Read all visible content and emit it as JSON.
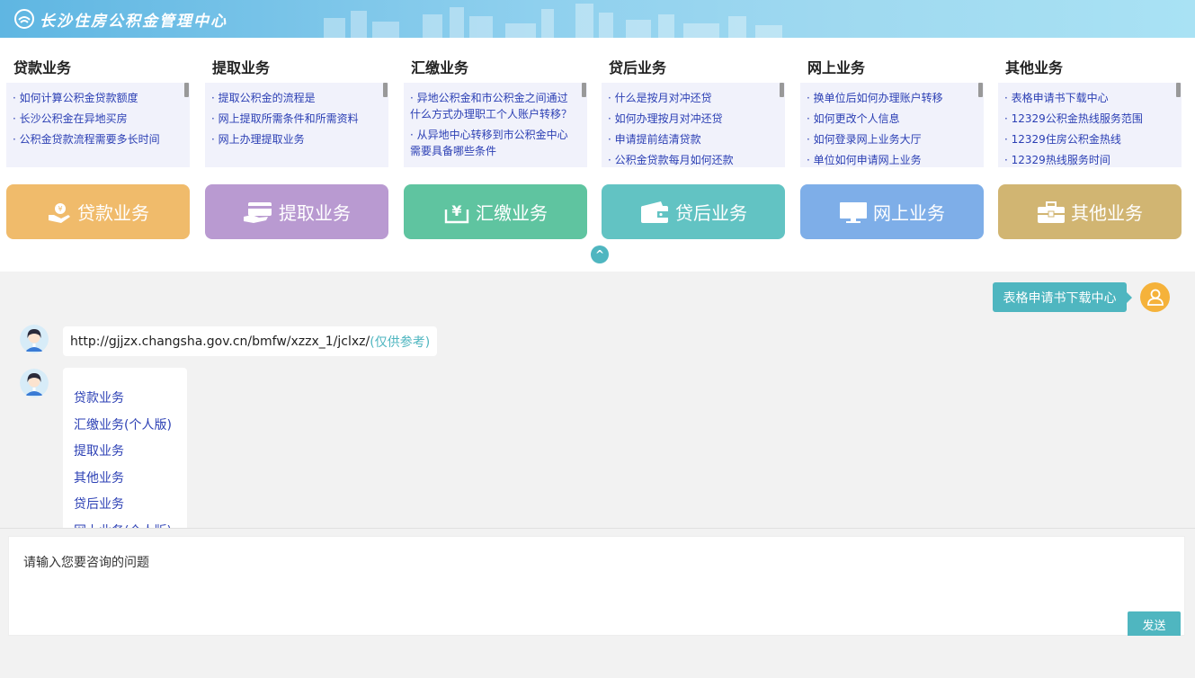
{
  "header": {
    "title": "长沙住房公积金管理中心"
  },
  "columns": [
    {
      "title": "贷款业务",
      "button_label": "贷款业务",
      "button_color": "#f0bb6b",
      "button_icon": "hand-coin-icon",
      "questions": [
        "如何计算公积金贷款额度",
        "长沙公积金在异地买房",
        "公积金贷款流程需要多长时间"
      ]
    },
    {
      "title": "提取业务",
      "button_label": "提取业务",
      "button_color": "#b99ad1",
      "button_icon": "card-hand-icon",
      "questions": [
        "提取公积金的流程是",
        "网上提取所需条件和所需资料",
        "网上办理提取业务"
      ]
    },
    {
      "title": "汇缴业务",
      "button_label": "汇缴业务",
      "button_color": "#5fc4a0",
      "button_icon": "yuan-tray-icon",
      "questions": [
        "异地公积金和市公积金之间通过什么方式办理职工个人账户转移？",
        "从异地中心转移到市公积金中心需要具备哪些条件"
      ]
    },
    {
      "title": "贷后业务",
      "button_label": "贷后业务",
      "button_color": "#62c3c3",
      "button_icon": "wallet-icon",
      "questions": [
        "什么是按月对冲还贷",
        "如何办理按月对冲还贷",
        "申请提前结清贷款",
        "公积金贷款每月如何还款"
      ]
    },
    {
      "title": "网上业务",
      "button_label": "网上业务",
      "button_color": "#7eaee8",
      "button_icon": "monitor-icon",
      "questions": [
        "换单位后如何办理账户转移",
        "如何更改个人信息",
        "如何登录网上业务大厅",
        "单位如何申请网上业务"
      ]
    },
    {
      "title": "其他业务",
      "button_label": "其他业务",
      "button_color": "#d1b572",
      "button_icon": "briefcase-icon",
      "questions": [
        "表格申请书下载中心",
        "12329公积金热线服务范围",
        "12329住房公积金热线",
        "12329热线服务时间"
      ]
    }
  ],
  "collapse": {
    "symbol": "^"
  },
  "chat": {
    "user_message": "表格申请书下载中心",
    "bot_url": "http://gjjzx.changsha.gov.cn/bmfw/xzzx_1/jclxz/",
    "bot_url_note": "(仅供参考)",
    "bot_links": [
      "贷款业务",
      "汇缴业务(个人版)",
      "提取业务",
      "其他业务",
      "贷后业务",
      "网上业务(个人版)"
    ]
  },
  "input": {
    "placeholder": "请输入您要咨询的问题",
    "value": ""
  },
  "send_button": {
    "label": "发送"
  }
}
